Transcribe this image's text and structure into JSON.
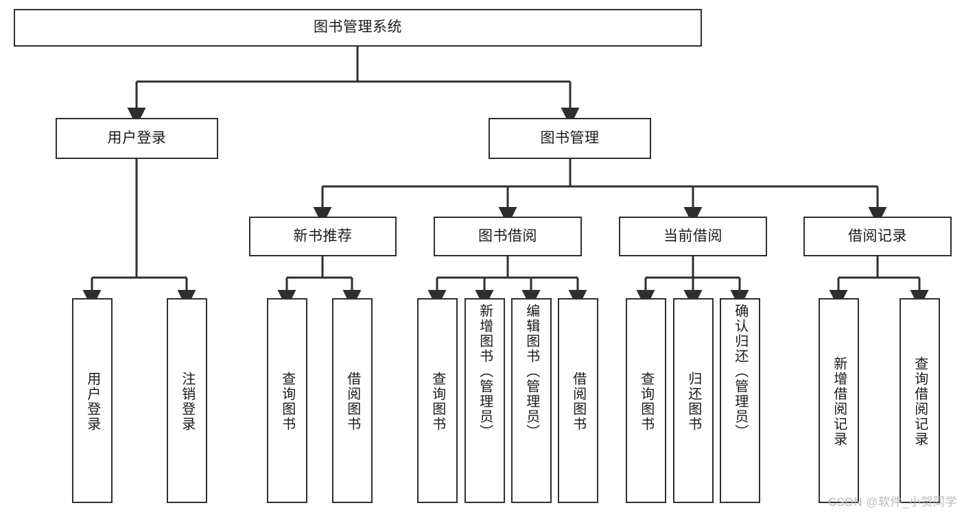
{
  "diagram": {
    "title": "图书管理系统",
    "type": "hierarchy-tree",
    "watermark": "CSDN @软件_小贺同学",
    "colors": {
      "box_border": "#2e2e2e",
      "box_fill": "#ffffff",
      "connector": "#2e2e2e",
      "text": "#1a1a1a",
      "watermark": "#b9b9b9"
    },
    "levels": {
      "root": [
        "图书管理系统"
      ],
      "level2": [
        "用户登录",
        "图书管理"
      ],
      "level3": [
        "新书推荐",
        "图书借阅",
        "当前借阅",
        "借阅记录"
      ],
      "leaves": [
        "用户登录",
        "注销登录",
        "查询图书",
        "借阅图书",
        "查询图书",
        "新增图书（管理员）",
        "编辑图书（管理员）",
        "借阅图书",
        "查询图书",
        "归还图书",
        "确认归还（管理员）",
        "新增借阅记录",
        "查询借阅记录"
      ]
    },
    "nodes": {
      "root": {
        "label": "图书管理系统"
      },
      "user_login": {
        "label": "用户登录"
      },
      "book_mgmt": {
        "label": "图书管理"
      },
      "new_book_rec": {
        "label": "新书推荐"
      },
      "book_borrow": {
        "label": "图书借阅"
      },
      "current_borrow": {
        "label": "当前借阅"
      },
      "borrow_record": {
        "label": "借阅记录"
      },
      "leaf_user_login": {
        "label": "用户登录"
      },
      "leaf_logout": {
        "label": "注销登录"
      },
      "leaf_query_book_1": {
        "label": "查询图书"
      },
      "leaf_borrow_book_1": {
        "label": "借阅图书"
      },
      "leaf_query_book_2": {
        "label": "查询图书"
      },
      "leaf_add_book": {
        "label": "新增图书（管理员）"
      },
      "leaf_edit_book": {
        "label": "编辑图书（管理员）"
      },
      "leaf_borrow_book_2": {
        "label": "借阅图书"
      },
      "leaf_query_book_3": {
        "label": "查询图书"
      },
      "leaf_return_book": {
        "label": "归还图书"
      },
      "leaf_confirm_return": {
        "label": "确认归还（管理员）"
      },
      "leaf_add_record": {
        "label": "新增借阅记录"
      },
      "leaf_query_record": {
        "label": "查询借阅记录"
      }
    }
  }
}
